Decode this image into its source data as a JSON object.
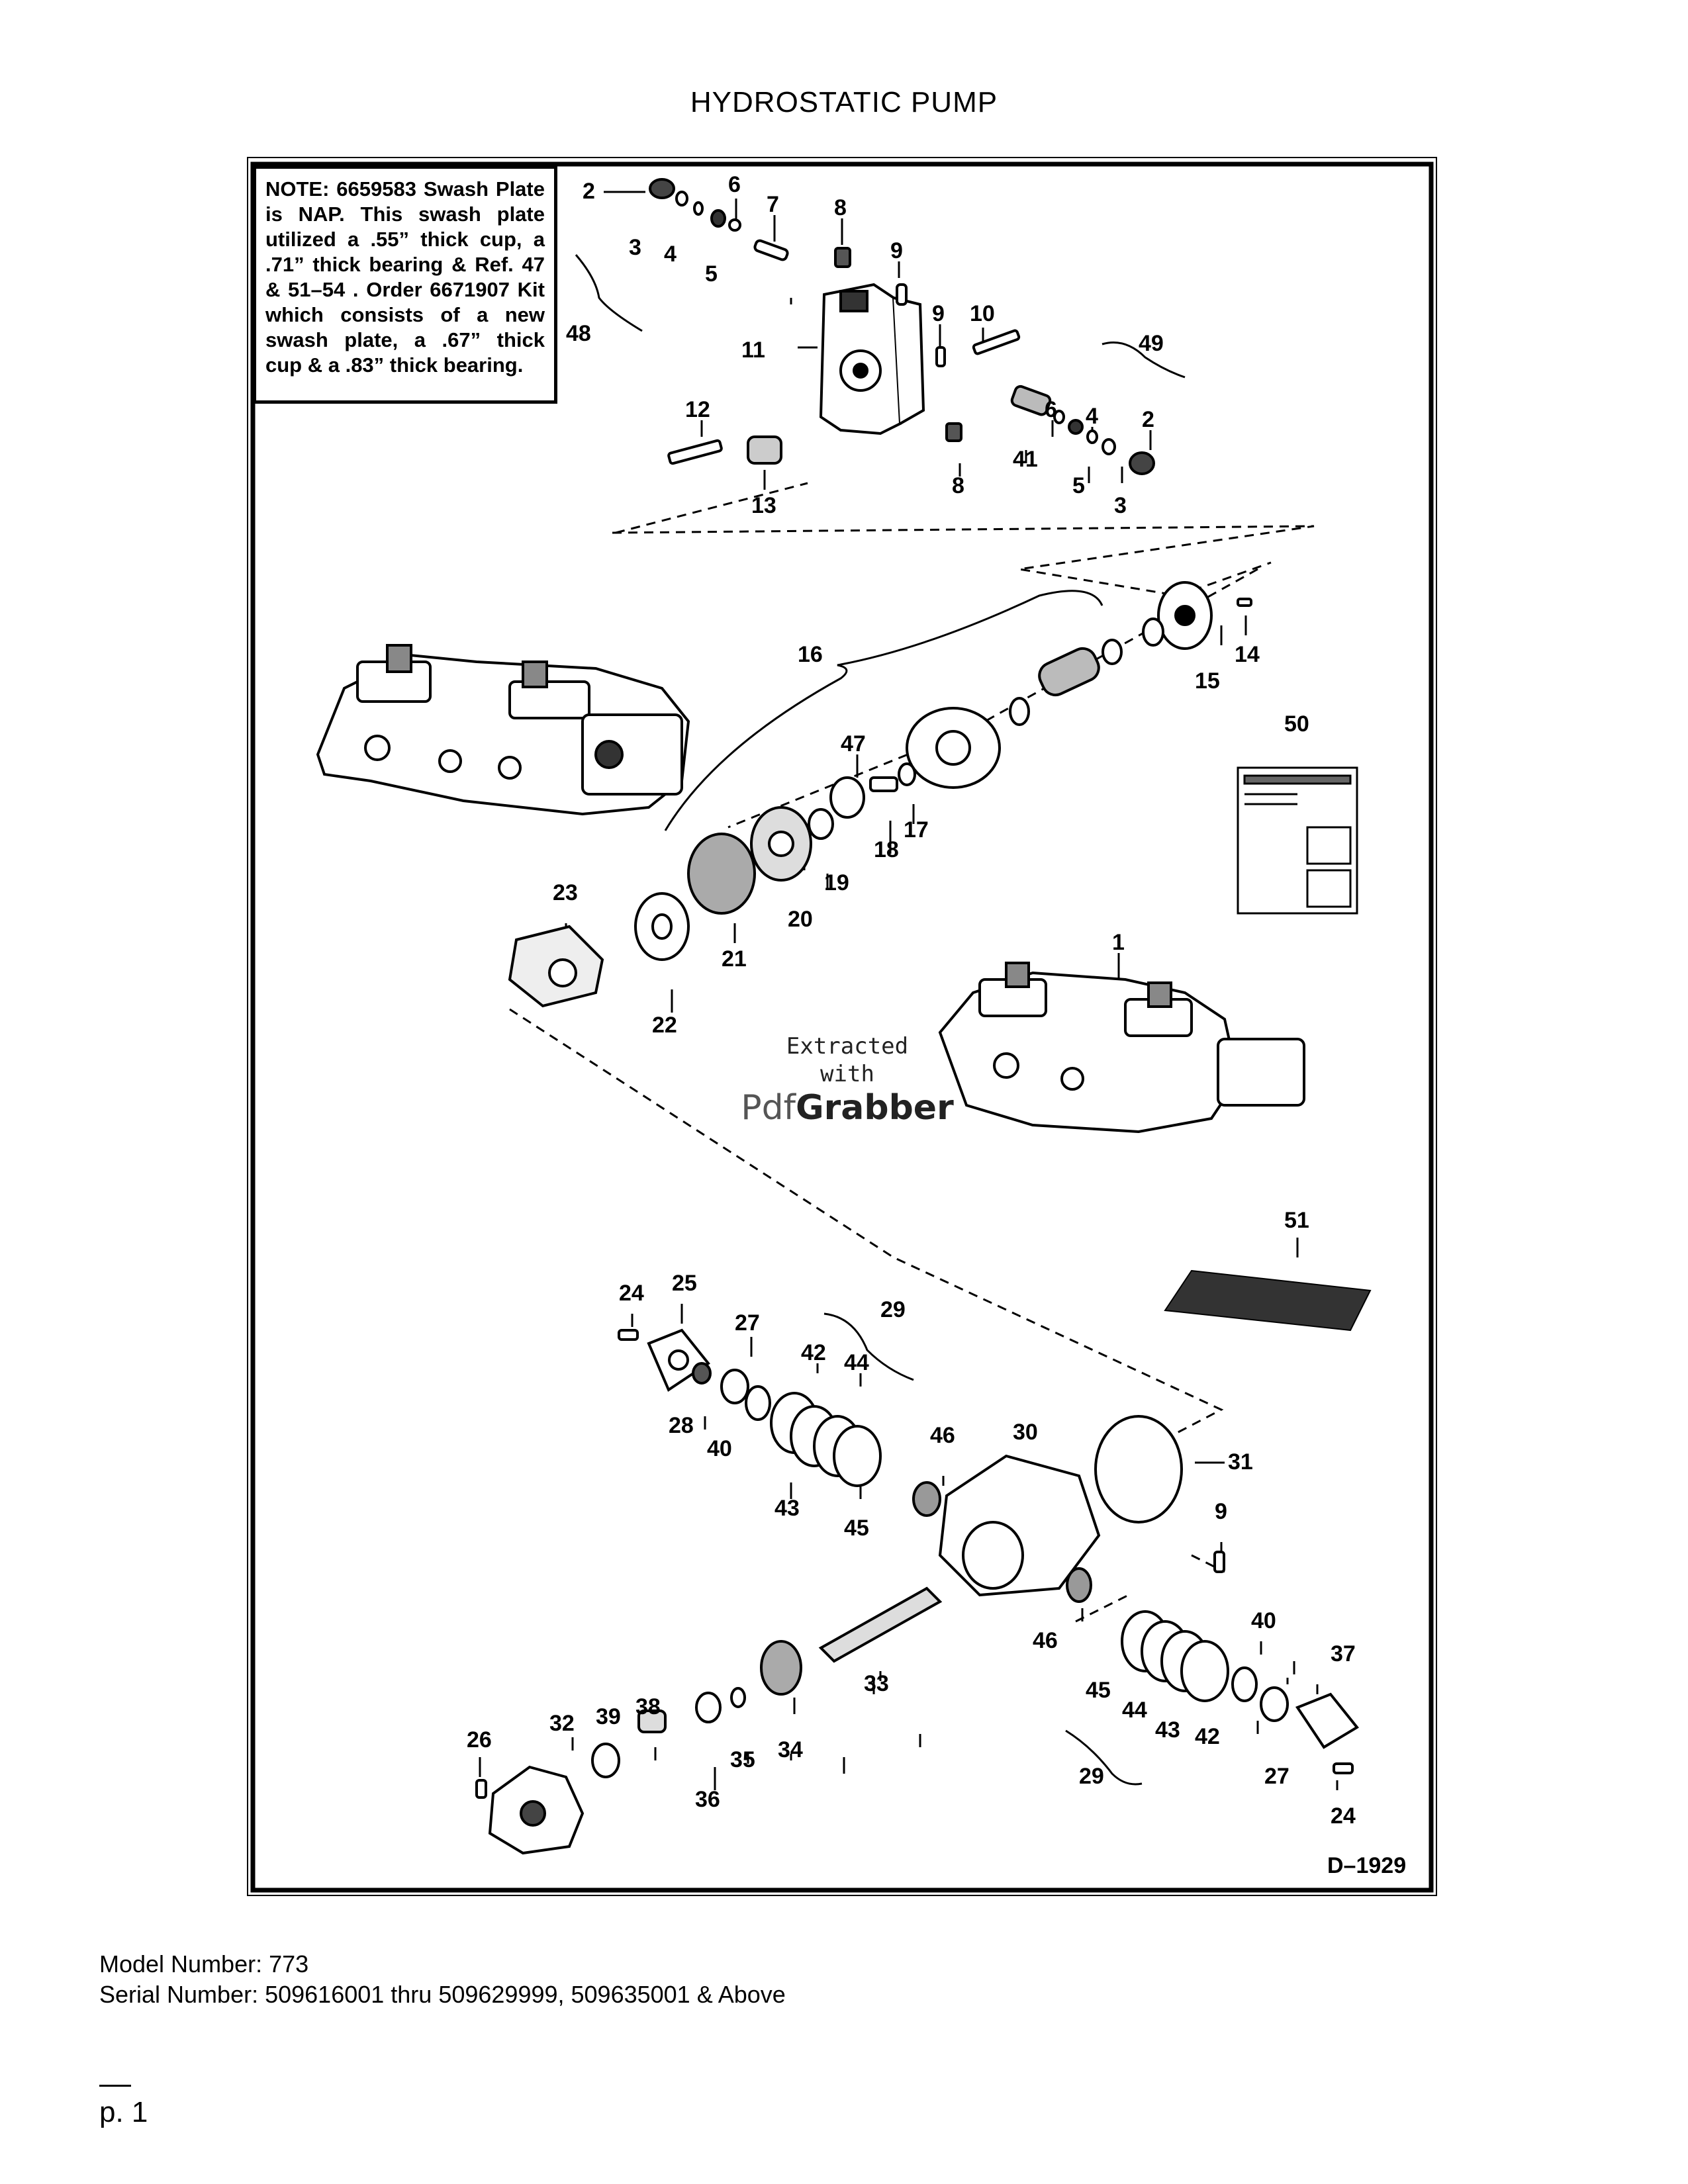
{
  "page": {
    "title": "HYDROSTATIC PUMP",
    "note_label": "NOTE:",
    "note_text": "6659583 Swash Plate is NAP. This swash plate utilized a .55” thick cup, a .71” thick bearing & Ref. 47 & 51–54 . Order 6671907 Kit which consists of a new swash plate, a .67” thick cup & a .83” thick bearing.",
    "drawing_id": "D–1929",
    "model_number": "Model Number: 773",
    "serial_number": "Serial Number: 509616001 thru 509629999, 509635001 & Above",
    "page_number": "p. 1"
  },
  "watermark": {
    "line1": "Extracted",
    "line2": "with",
    "brand_a": "Pdf",
    "brand_b": "Grabber"
  },
  "callouts": [
    {
      "id": "c2a",
      "text": "2"
    },
    {
      "id": "c3a",
      "text": "3"
    },
    {
      "id": "c4a",
      "text": "4"
    },
    {
      "id": "c5a",
      "text": "5"
    },
    {
      "id": "c6a",
      "text": "6"
    },
    {
      "id": "c7",
      "text": "7"
    },
    {
      "id": "c8a",
      "text": "8"
    },
    {
      "id": "c9a",
      "text": "9"
    },
    {
      "id": "c9b",
      "text": "9"
    },
    {
      "id": "c10",
      "text": "10"
    },
    {
      "id": "c11",
      "text": "11"
    },
    {
      "id": "c48",
      "text": "48"
    },
    {
      "id": "c49",
      "text": "49"
    },
    {
      "id": "c6b",
      "text": "6"
    },
    {
      "id": "c4b",
      "text": "4"
    },
    {
      "id": "c2b",
      "text": "2"
    },
    {
      "id": "c12",
      "text": "12"
    },
    {
      "id": "c13",
      "text": "13"
    },
    {
      "id": "c8b",
      "text": "8"
    },
    {
      "id": "c41",
      "text": "41"
    },
    {
      "id": "c5b",
      "text": "5"
    },
    {
      "id": "c3b",
      "text": "3"
    },
    {
      "id": "c16",
      "text": "16"
    },
    {
      "id": "c14",
      "text": "14"
    },
    {
      "id": "c15",
      "text": "15"
    },
    {
      "id": "c50",
      "text": "50"
    },
    {
      "id": "c47",
      "text": "47"
    },
    {
      "id": "c17",
      "text": "17"
    },
    {
      "id": "c18",
      "text": "18"
    },
    {
      "id": "c19",
      "text": "19"
    },
    {
      "id": "c20",
      "text": "20"
    },
    {
      "id": "c21",
      "text": "21"
    },
    {
      "id": "c22",
      "text": "22"
    },
    {
      "id": "c23",
      "text": "23"
    },
    {
      "id": "c1",
      "text": "1"
    },
    {
      "id": "c51",
      "text": "51"
    },
    {
      "id": "c24a",
      "text": "24"
    },
    {
      "id": "c25",
      "text": "25"
    },
    {
      "id": "c27a",
      "text": "27"
    },
    {
      "id": "c29a",
      "text": "29"
    },
    {
      "id": "c42a",
      "text": "42"
    },
    {
      "id": "c44a",
      "text": "44"
    },
    {
      "id": "c28",
      "text": "28"
    },
    {
      "id": "c40a",
      "text": "40"
    },
    {
      "id": "c43a",
      "text": "43"
    },
    {
      "id": "c45a",
      "text": "45"
    },
    {
      "id": "c46a",
      "text": "46"
    },
    {
      "id": "c30",
      "text": "30"
    },
    {
      "id": "c31",
      "text": "31"
    },
    {
      "id": "c9c",
      "text": "9"
    },
    {
      "id": "c46b",
      "text": "46"
    },
    {
      "id": "c40b",
      "text": "40"
    },
    {
      "id": "c37",
      "text": "37"
    },
    {
      "id": "c33",
      "text": "33"
    },
    {
      "id": "c45b",
      "text": "45"
    },
    {
      "id": "c44b",
      "text": "44"
    },
    {
      "id": "c43b",
      "text": "43"
    },
    {
      "id": "c42b",
      "text": "42"
    },
    {
      "id": "c27b",
      "text": "27"
    },
    {
      "id": "c29b",
      "text": "29"
    },
    {
      "id": "c24b",
      "text": "24"
    },
    {
      "id": "c26",
      "text": "26"
    },
    {
      "id": "c32",
      "text": "32"
    },
    {
      "id": "c39",
      "text": "39"
    },
    {
      "id": "c38",
      "text": "38"
    },
    {
      "id": "c34",
      "text": "34"
    },
    {
      "id": "c35",
      "text": "35"
    },
    {
      "id": "c36",
      "text": "36"
    }
  ]
}
